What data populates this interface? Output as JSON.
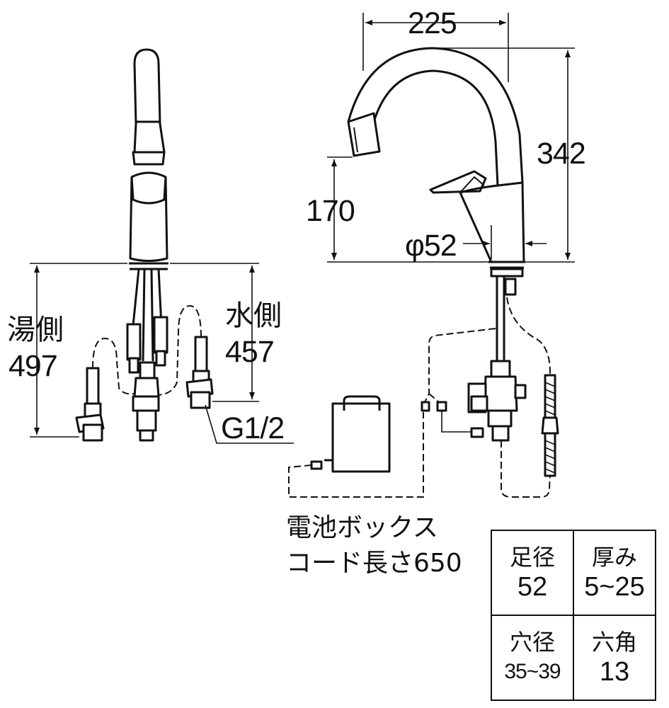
{
  "dimensions": {
    "width": "225",
    "height": "342",
    "spout_height": "170",
    "base_diameter": "φ52",
    "hot_side_label": "湯側",
    "hot_side_length": "497",
    "cold_side_label": "水側",
    "cold_side_length": "457",
    "thread": "G1/2"
  },
  "battery_box": {
    "line1": "電池ボックス",
    "line2": "コード長さ650"
  },
  "spec_table": {
    "foot_diameter_label": "足径",
    "foot_diameter_value": "52",
    "thickness_label": "厚み",
    "thickness_value": "5~25",
    "hole_diameter_label": "穴径",
    "hole_diameter_value": "35~39",
    "hex_label": "六角",
    "hex_value": "13"
  }
}
